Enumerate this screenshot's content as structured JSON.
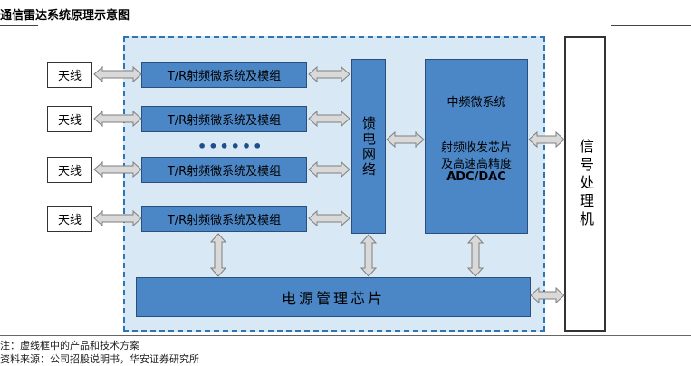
{
  "title": "通信雷达系统原理示意图",
  "antenna_label": "天线",
  "tr_module_label": "T/R射频微系统及模组",
  "ellipsis": "••••••",
  "feed_network_label": "馈电网络",
  "if_system": {
    "title": "中频微系统",
    "line1": "射频收发芯片",
    "line2": "及高速高精度",
    "line3": "ADC/DAC"
  },
  "power_chip_label": "电源管理芯片",
  "signal_processor_label": "信号处理机",
  "footnote": "注：虚线框中的产品和技术方案",
  "source": "资料来源：公司招股说明书，华安证券研究所",
  "colors": {
    "block_fill": "#4b86c6",
    "dashed_area_fill": "#d8e8f4",
    "dashed_border": "#2e75b6",
    "arrow_fill": "#d9d9d9"
  }
}
